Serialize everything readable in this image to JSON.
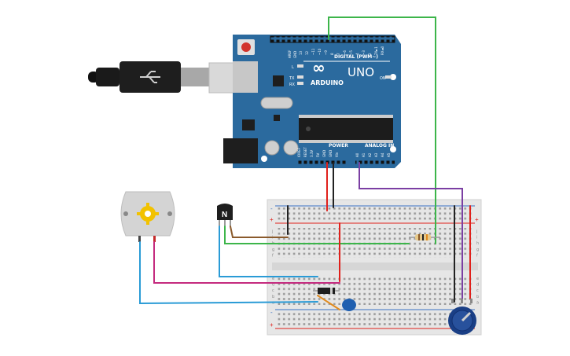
{
  "board": {
    "brand": "ARDUINO",
    "model": "UNO",
    "logo": "∞",
    "digital_label": "DIGITAL (PWM~)",
    "power_label": "POWER",
    "analog_label": "ANALOG IN",
    "tx_label": "TX",
    "rx_label": "RX",
    "l_label": "L",
    "on_label": "ON",
    "aref_label": "AREF",
    "gnd_label": "GND",
    "digital_pins": [
      "13",
      "12",
      "~11",
      "~10",
      "~9",
      "8",
      "7",
      "~6",
      "~5",
      "4",
      "~3",
      "2",
      "TX►1",
      "RX◄0"
    ],
    "power_pins": [
      "IOREF",
      "RESET",
      "3.3V",
      "5V",
      "GND",
      "GND",
      "Vin"
    ],
    "analog_pins": [
      "A0",
      "A1",
      "A2",
      "A3",
      "A4",
      "A5"
    ]
  },
  "transistor": {
    "label": "N"
  },
  "breadboard": {
    "plus": "+",
    "minus": "-",
    "row_letters_top": [
      "j",
      "i",
      "h",
      "g",
      "f"
    ],
    "row_letters_bottom": [
      "e",
      "d",
      "c",
      "b",
      "a"
    ]
  },
  "colors": {
    "board_blue": "#2b6a9e",
    "wire_green": "#3cb54a",
    "wire_purple": "#7b3fa3",
    "wire_red": "#e0201b",
    "wire_black": "#222222",
    "wire_blue": "#2a9bd6",
    "wire_magenta": "#c42a7e",
    "wire_brown": "#8a5a2b",
    "wire_orange": "#e08a1e"
  }
}
